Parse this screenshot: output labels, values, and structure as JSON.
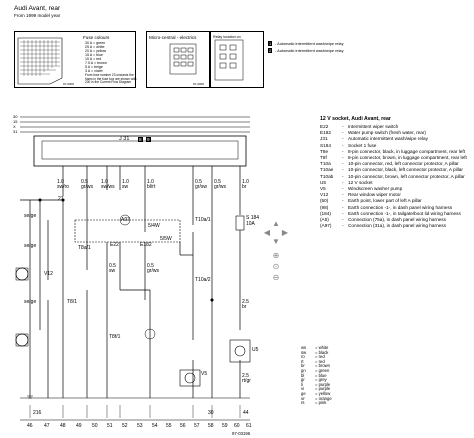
{
  "header": {
    "title": "Audi Avant, rear",
    "subtitle": "From 1999 model year"
  },
  "inset_left": {
    "caption": "Fuse colours",
    "fuse_colours": [
      "30 A = green",
      "25 A = white",
      "20 A = yellow",
      "15 A = blue",
      "10 A = red",
      "7.5 A = brown",
      "5 A = beige",
      "3 A = violet"
    ],
    "note": "From fuse number 23 onwards the fuses in the fuse box are shown with 200 in the Current Flow Diagram",
    "code": "97-0000"
  },
  "inset_mid": {
    "caption": "Micro-central - electrics",
    "code": "97-0000"
  },
  "inset_right": {
    "caption": "Relay location on",
    "rows": [
      {
        "num": "1",
        "text": "- Automatic intermittent wash/wipe relay"
      },
      {
        "num": "2",
        "text": "- Automatic intermittent wash/wipe relay"
      }
    ]
  },
  "bus": {
    "lines": [
      "30",
      "15",
      "X",
      "31"
    ]
  },
  "relay": {
    "label": "J 31",
    "terminals": [
      "8",
      "9"
    ]
  },
  "labels": {
    "w1": "1.0",
    "w1b": "sw/ro",
    "w2": "0.5",
    "w2b": "gr/ws",
    "w3": "1.0",
    "w3b": "sw/ws",
    "w4": "1.0",
    "w4b": "sw",
    "w5": "1.0",
    "w5b": "bl/rt",
    "w6": "0.5",
    "w6b": "gr/sw",
    "w7": "0.5",
    "w7b": "gr/ws",
    "w8": "0.5",
    "w8b": "sw",
    "w9": "1.0",
    "w9b": "br",
    "w10": "0.5",
    "w10b": "gr/ws",
    "w11": "2.5",
    "w11b": "br",
    "w12": "2.5",
    "w12b": "rt/gr",
    "fuse27": "27",
    "ref_a97": "A97",
    "conn_t8a": "T8a/1",
    "conn_t10aa": "T10a/1",
    "conn_t10ab": "T10a/2",
    "e22": "E22",
    "e182": "E182",
    "t8b": "T8/1",
    "t8f": "T8f/1",
    "sw_lbl": "5/4W",
    "gn_lbl": "5/5W",
    "v12": "V12",
    "v5": "V5",
    "u5": "U5",
    "s184": "S 184",
    "s184b": "10A",
    "swre": "se/ge",
    "swre2": "se/ge",
    "swre3": "se/ge",
    "bot_code": "97-03196",
    "gnd_a": "A",
    "gnd_b": "B"
  },
  "bottom_numbers": [
    "46",
    "47",
    "48",
    "49",
    "50",
    "51",
    "52",
    "53",
    "54",
    "55",
    "56",
    "57",
    "58",
    "59",
    "60",
    "61"
  ],
  "bottom_refs": [
    "216",
    "",
    "",
    "",
    "",
    "",
    "",
    "",
    "",
    "",
    "",
    "",
    "30",
    "",
    "",
    "44"
  ],
  "legend": {
    "title": "12 V socket, Audi Avant, rear",
    "rows": [
      {
        "code": "E22",
        "text": "Intermittent wiper switch"
      },
      {
        "code": "E182",
        "text": "Water pump switch (fresh water, rear)"
      },
      {
        "code": "J31",
        "text": "Automatic intermittent wash/wipe relay"
      },
      {
        "code": "S184",
        "text": "Socket 1 fuse"
      },
      {
        "code": "T8e",
        "text": "8-pin connector, black, in luggage compartment, rear left"
      },
      {
        "code": "T8f",
        "text": "8-pin connector, brown, in luggage compartment, rear left"
      },
      {
        "code": "T10a",
        "text": "10-pin connector, red, left connector protector, A pillar"
      },
      {
        "code": "T10ae",
        "text": "10-pin connector, black, left connector protector, A pillar"
      },
      {
        "code": "T10ab",
        "text": "10-pin connector, brown, left connector protector, A pillar"
      },
      {
        "code": "U5",
        "text": "12 V socket"
      },
      {
        "code": "V5",
        "text": "Windscreen washer pump"
      },
      {
        "code": "V12",
        "text": "Rear window wiper motor"
      },
      {
        "code": "(50)",
        "text": "Earth point, lower part of left A pillar"
      },
      {
        "code": "(98)",
        "text": "Earth connection -1-, in dash panel wiring harness"
      },
      {
        "code": "(184)",
        "text": "Earth connection -1-, in tailgate/boot lid wiring harness"
      },
      {
        "code": "(A5)",
        "text": "Connection (75a), in dash panel wiring harness"
      },
      {
        "code": "(A97)",
        "text": "Connection (31a), in dash panel wiring harness"
      }
    ]
  },
  "wire_colours": [
    {
      "code": "ws",
      "text": "= white"
    },
    {
      "code": "sw",
      "text": "= black"
    },
    {
      "code": "ro",
      "text": "= red"
    },
    {
      "code": "rt",
      "text": "= red"
    },
    {
      "code": "br",
      "text": "= brown"
    },
    {
      "code": "gn",
      "text": "= green"
    },
    {
      "code": "bl",
      "text": "= blue"
    },
    {
      "code": "gr",
      "text": "= grey"
    },
    {
      "code": "li",
      "text": "= purple"
    },
    {
      "code": "vi",
      "text": "= purple"
    },
    {
      "code": "ge",
      "text": "= yellow"
    },
    {
      "code": "or",
      "text": "= orange"
    },
    {
      "code": "rs",
      "text": "= pink"
    }
  ],
  "zoom_controls": {
    "up": "▲",
    "left": "◀",
    "right": "▶",
    "down": "▼",
    "zoom_in": "⊕",
    "zoom_out": "⊖",
    "zoom_fit": "⊙"
  }
}
